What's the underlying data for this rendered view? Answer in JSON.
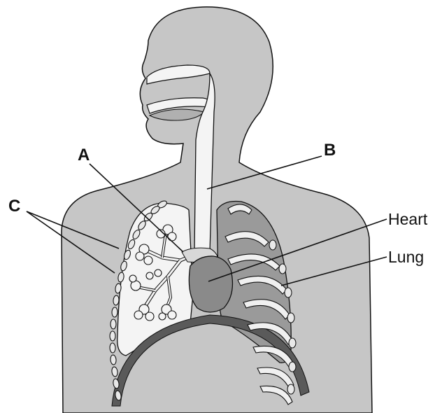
{
  "labels": {
    "a": "A",
    "b": "B",
    "c": "C",
    "heart": "Heart",
    "lung": "Lung"
  },
  "colors": {
    "body_fill": "#c6c6c6",
    "lung_fill": "#9a9a9a",
    "heart_fill": "#8a8a8a",
    "diaphragm": "#5a5a5a",
    "outline": "#111111",
    "airway": "#f4f4f4"
  }
}
